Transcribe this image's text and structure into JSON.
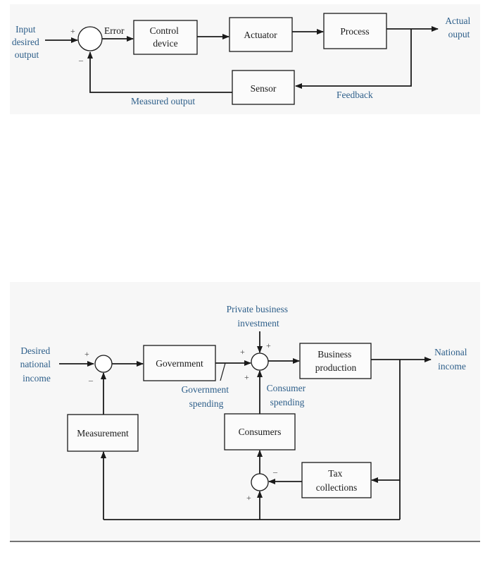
{
  "diagram1": {
    "input_label": [
      "Input",
      "desired",
      "output"
    ],
    "plus_sign": "+",
    "minus_sign": "–",
    "error_label": "Error",
    "control_device": [
      "Control",
      "device"
    ],
    "actuator": "Actuator",
    "process": "Process",
    "actual_output": [
      "Actual",
      "ouput"
    ],
    "sensor": "Sensor",
    "feedback_label": "Feedback",
    "measured_output_label": "Measured output"
  },
  "diagram2": {
    "desired_income": [
      "Desired",
      "national",
      "income"
    ],
    "plus_sign": "+",
    "minus_sign": "–",
    "government": "Government",
    "private_investment": [
      "Private business",
      "investment"
    ],
    "business_production": [
      "Business",
      "production"
    ],
    "national_income": [
      "National",
      "income"
    ],
    "government_spending": [
      "Government",
      "spending"
    ],
    "consumer_spending": [
      "Consumer",
      "spending"
    ],
    "consumers": "Consumers",
    "measurement": "Measurement",
    "tax_collections": [
      "Tax",
      "collections"
    ]
  },
  "colors": {
    "line": "#1a1a1a",
    "label_blue": "#2e5f8a",
    "panel": "#f7f7f7"
  }
}
